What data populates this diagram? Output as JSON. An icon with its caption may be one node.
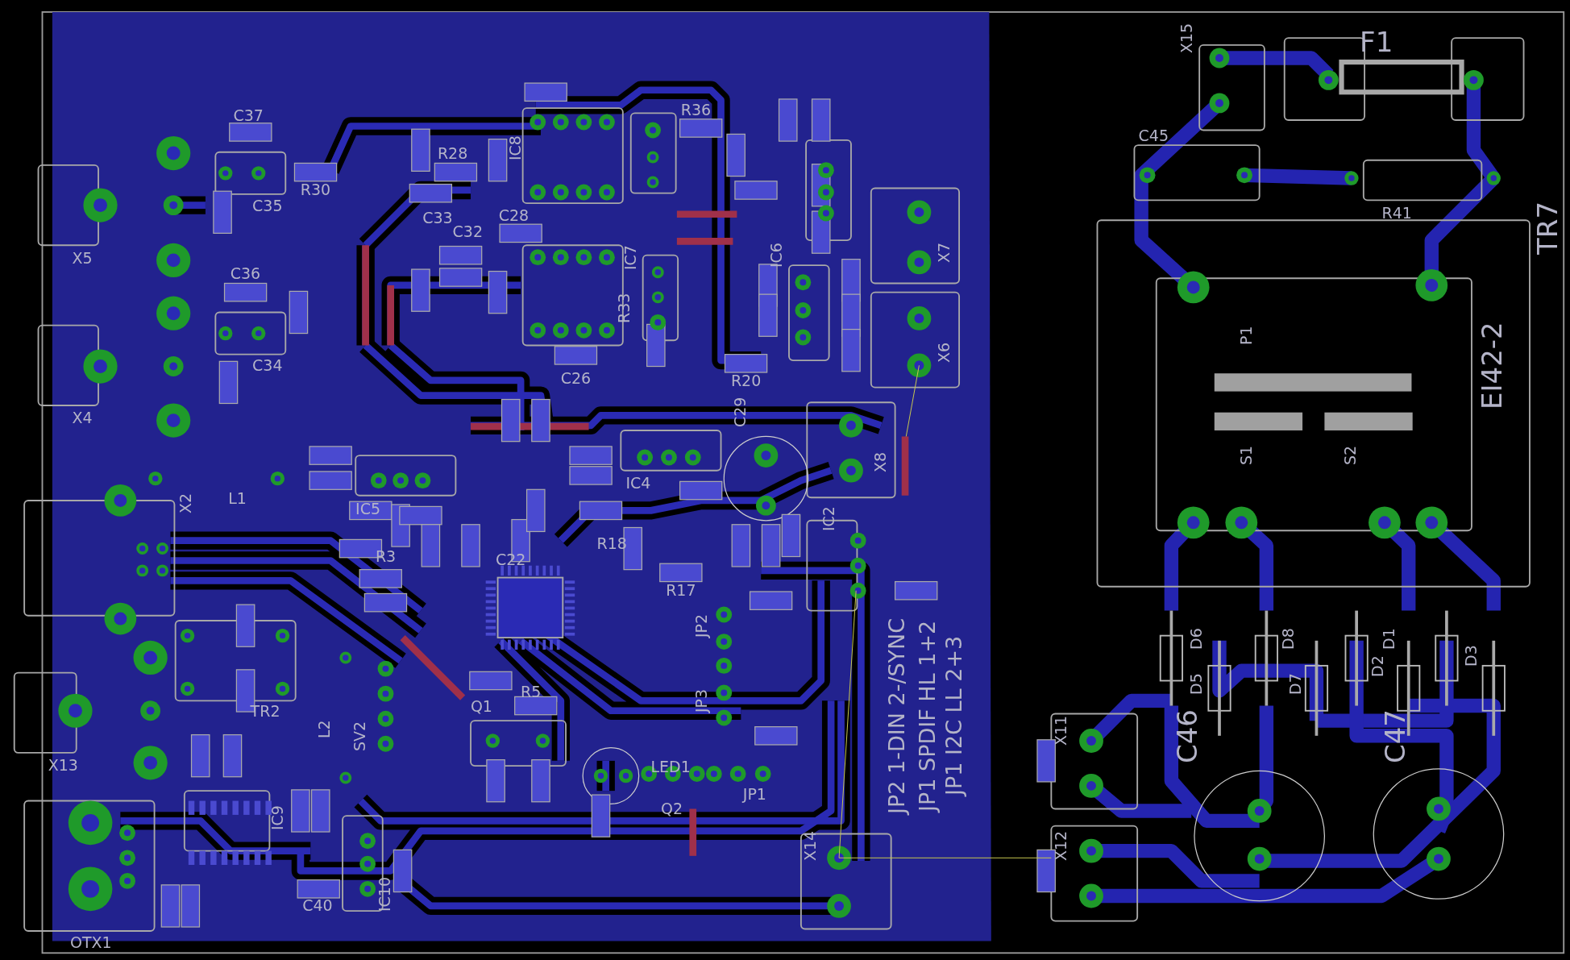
{
  "diagram": {
    "labels": [
      "C37",
      "R28",
      "R36",
      "F1",
      "X15",
      "C35",
      "R30",
      "C33",
      "C28",
      "C32",
      "IC8",
      "C45",
      "R41",
      "TR7",
      "X5",
      "IC7",
      "IC6",
      "X7",
      "R33",
      "C36",
      "C26",
      "R20",
      "P1",
      "EI42-2",
      "C34",
      "X4",
      "X6",
      "C29",
      "X8",
      "S1",
      "S2",
      "L1",
      "X2",
      "IC5",
      "IC4",
      "R18",
      "R3",
      "C22",
      "R17",
      "IC2",
      "JP2",
      "JP3",
      "TR2",
      "Q1",
      "R5",
      "SV2",
      "L2",
      "X13",
      "LED1",
      "JP1",
      "Q2",
      "D6",
      "D5",
      "D8",
      "D7",
      "D2",
      "D1",
      "D3",
      "X11",
      "C46",
      "C47",
      "IC9",
      "IC10",
      "C40",
      "X14",
      "X12",
      "OTX1",
      "JP2  1-DIN  2-/SYNC",
      "JP1  SPDIF HL 1+2",
      "JP1  I2C LL 2+3"
    ]
  }
}
